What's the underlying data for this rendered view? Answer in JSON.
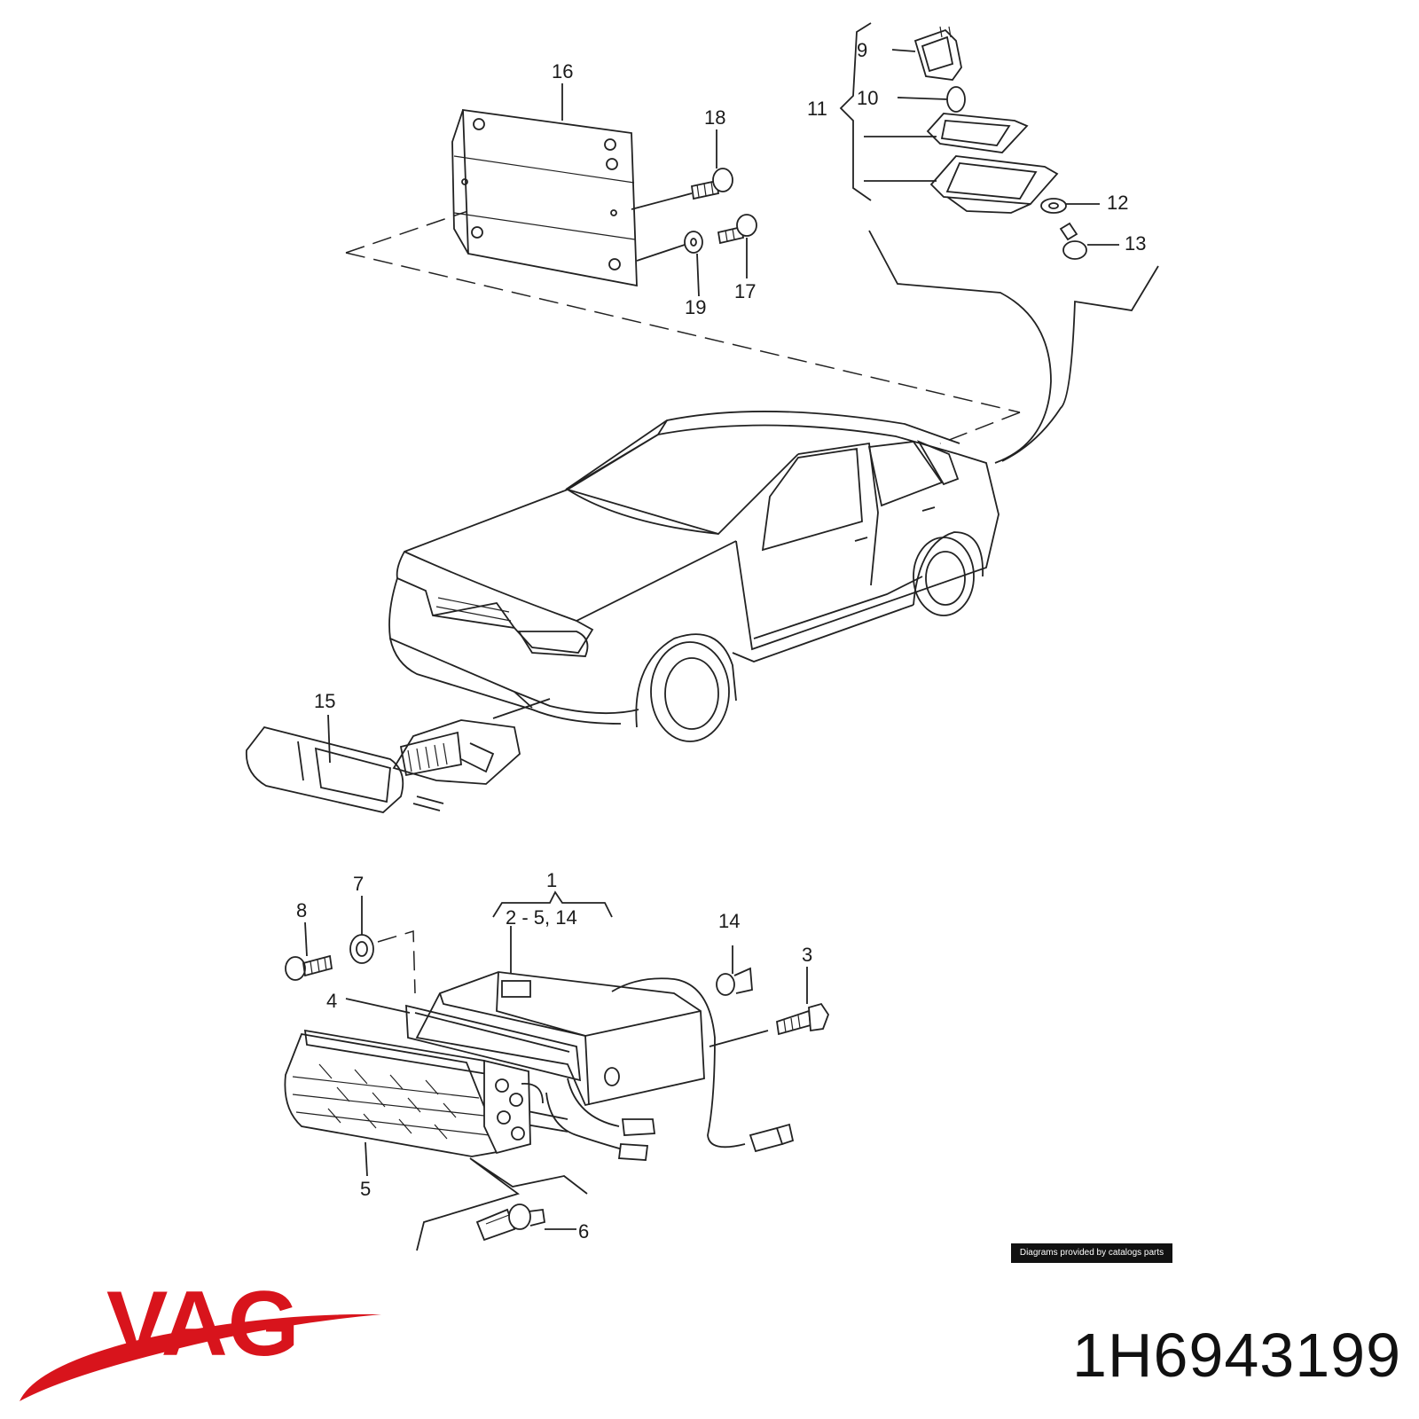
{
  "diagram": {
    "callouts": {
      "n1": "1",
      "n2_5_14": "2 - 5, 14",
      "n3": "3",
      "n4": "4",
      "n5": "5",
      "n6": "6",
      "n7": "7",
      "n8": "8",
      "n9": "9",
      "n10": "10",
      "n11": "11",
      "n12": "12",
      "n13": "13",
      "n14": "14",
      "n15": "15",
      "n16": "16",
      "n17": "17",
      "n18": "18",
      "n19": "19"
    },
    "credit": "Diagrams provided by catalogs parts"
  },
  "brand": {
    "logo_text": "VAG",
    "color": "#d8141c"
  },
  "part_number": "1H6943199"
}
